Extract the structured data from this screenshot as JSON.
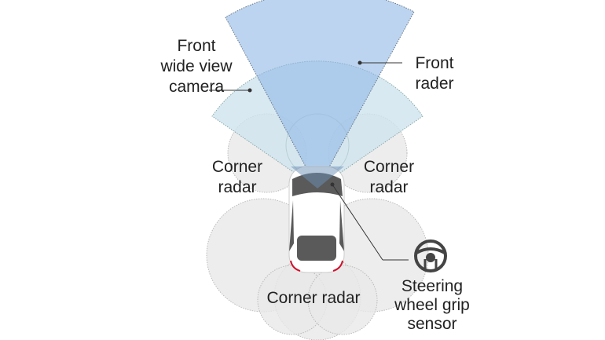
{
  "labels": {
    "front_camera": "Front\nwide view\ncamera",
    "front_radar": "Front\nrader",
    "corner_radar_left": "Corner\nradar",
    "corner_radar_right": "Corner\nradar",
    "corner_radar_rear": "Corner radar",
    "steering_sensor": "Steering\nwheel grip\nsensor"
  },
  "colors": {
    "radar": "#a9c8ea",
    "camera": "#cfe3ef",
    "corner": "#e6e6e6",
    "car_dark": "#5a5a5a",
    "tail_light": "#d0102c"
  }
}
